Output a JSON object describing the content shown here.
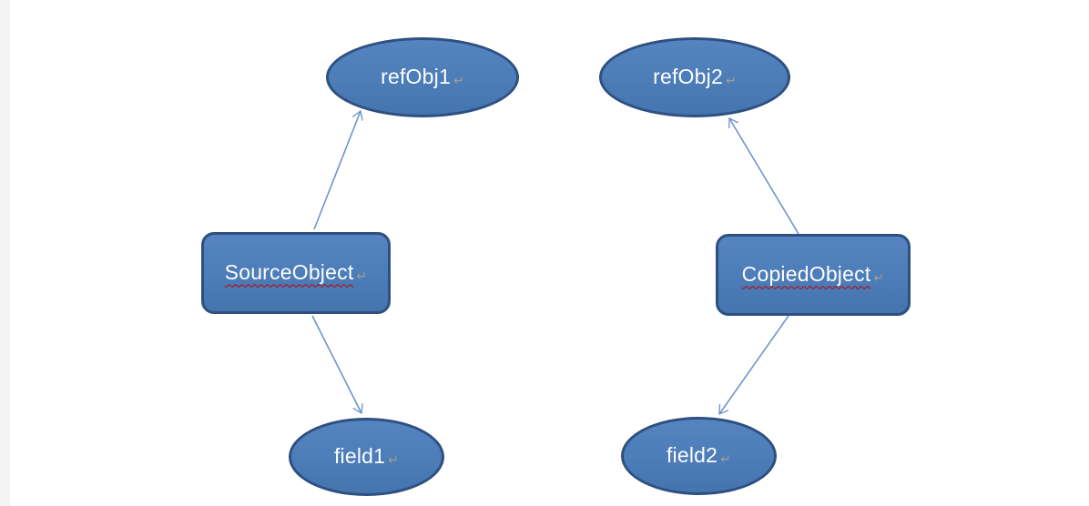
{
  "diagram": {
    "title": "object copy reference diagram",
    "return_mark": "↵",
    "palette": {
      "shape_fill": "#4c7db8",
      "shape_fill_light": "#5584c0",
      "shape_fill_dark": "#4574ae",
      "shape_border": "#2e5080",
      "shape_text": "#fdfdfd",
      "connector": "#6e94cb",
      "spellcheck_underline": "#c40000",
      "return_mark_color": "#a39c92",
      "page_margin": "#f2f3f2",
      "background": "#ffffff"
    },
    "nodes": [
      {
        "id": "refObj1",
        "label": "refObj1",
        "shape": "ellipse",
        "misspelled": false
      },
      {
        "id": "refObj2",
        "label": "refObj2",
        "shape": "ellipse",
        "misspelled": false
      },
      {
        "id": "SourceObject",
        "label": "SourceObject",
        "shape": "rounded-rect",
        "misspelled": true
      },
      {
        "id": "CopiedObject",
        "label": "CopiedObject",
        "shape": "rounded-rect",
        "misspelled": true
      },
      {
        "id": "field1",
        "label": "field1",
        "shape": "ellipse",
        "misspelled": false
      },
      {
        "id": "field2",
        "label": "field2",
        "shape": "ellipse",
        "misspelled": false
      }
    ],
    "edges": [
      {
        "from": "SourceObject",
        "to": "refObj1",
        "direction": "up"
      },
      {
        "from": "SourceObject",
        "to": "field1",
        "direction": "down"
      },
      {
        "from": "CopiedObject",
        "to": "refObj2",
        "direction": "up"
      },
      {
        "from": "CopiedObject",
        "to": "field2",
        "direction": "down"
      }
    ]
  }
}
